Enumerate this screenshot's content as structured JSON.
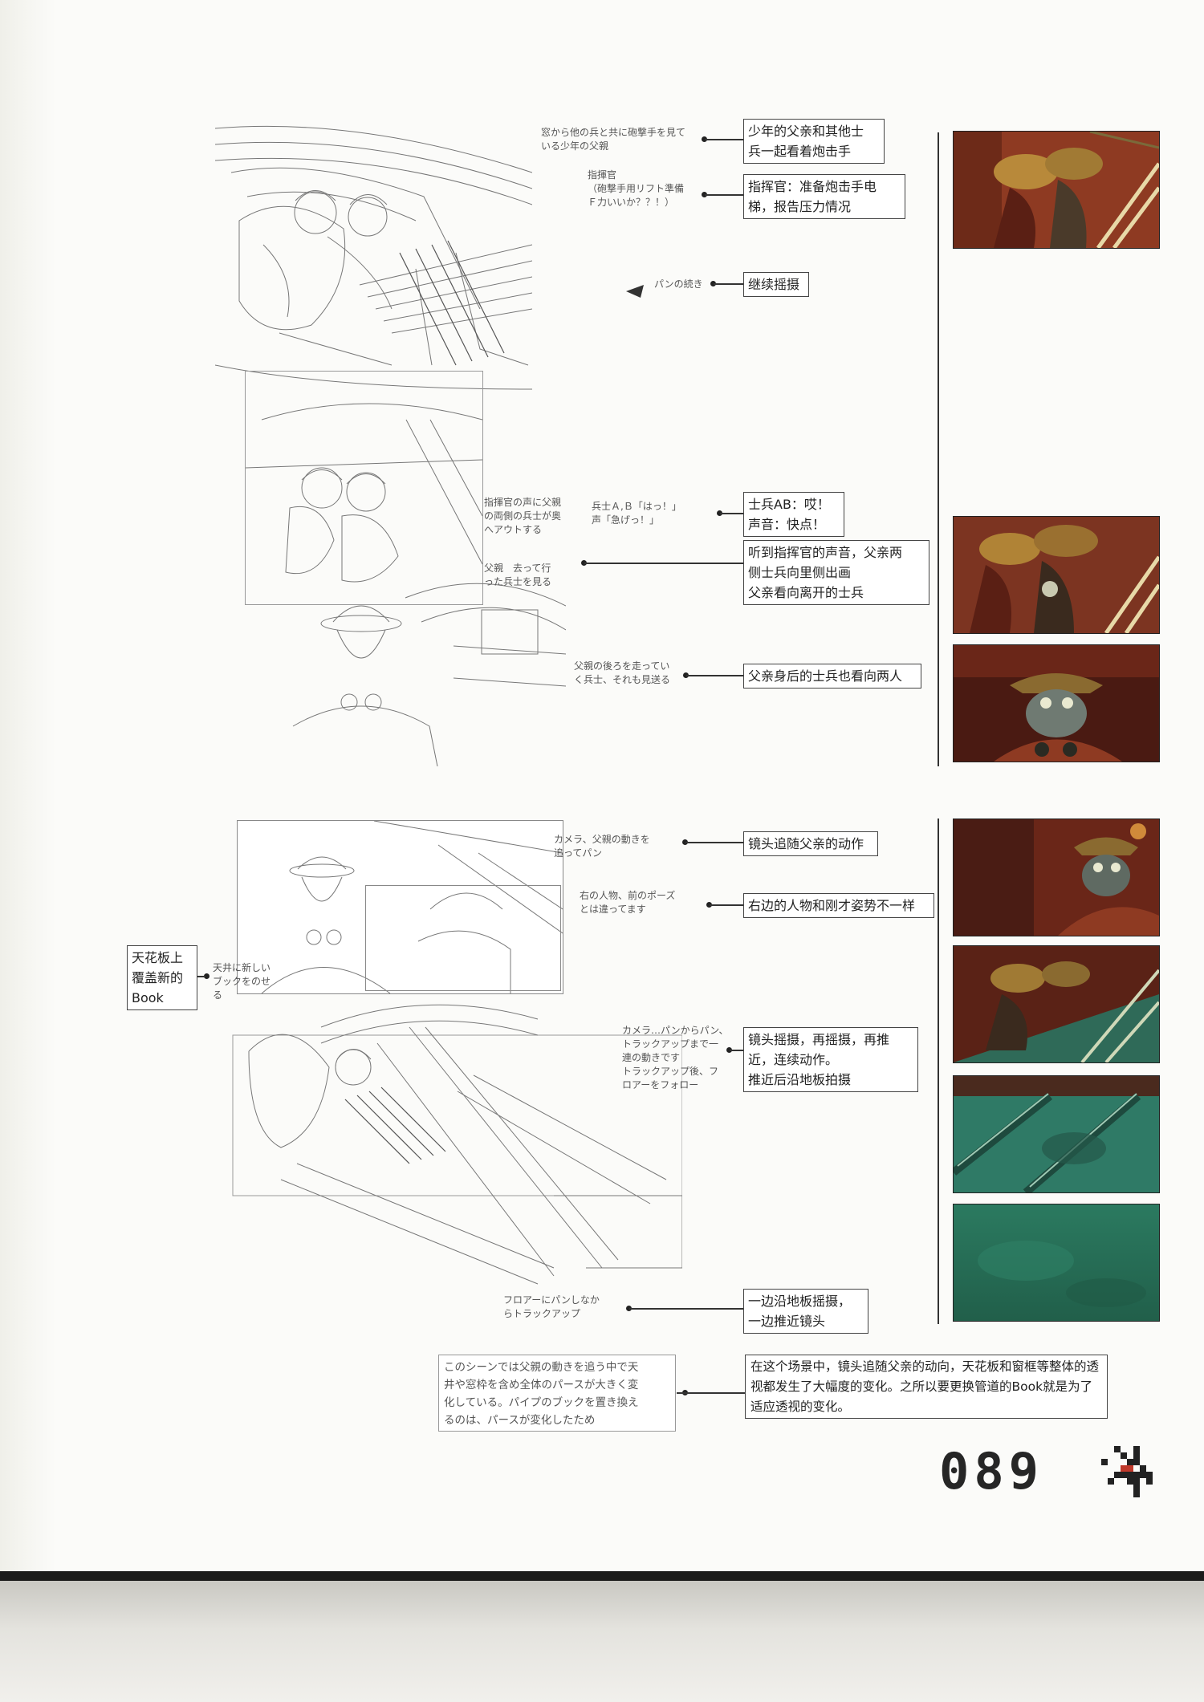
{
  "page_number": "089",
  "notes_jp": [
    "窓から他の兵と共に砲撃手を見て\nいる少年の父親",
    "指揮官\n（砲撃手用リフト準備\nＦ力いいか？？！）",
    "パンの続き",
    "指揮官の声に父親\nの両側の兵士が奥\nへアウトする",
    "兵士Ａ,Ｂ「はっ！」\n声「急げっ！」",
    "父親　去って行\nった兵士を見る",
    "父親の後ろを走ってい\nく兵士、それも見送る",
    "カメラ、父親の動きを\n追ってパン",
    "右の人物、前のポーズ\nとは違ってます",
    "天井に新しい\nブックをのせ\nる",
    "カメラ…パンからパン、\nトラックアップまで一\n連の動きです\nトラックアップ後、フ\nロアーをフォロー",
    "フロアーにパンしなか\nらトラックアップ"
  ],
  "notes_cn": [
    "少年的父亲和其他士\n兵一起看着炮击手",
    "指挥官：准备炮击手电\n梯，报告压力情况",
    "继续摇摄",
    "士兵AB：哎！\n声音：快点！",
    "听到指挥官的声音，父亲两\n侧士兵向里侧出画\n父亲看向离开的士兵",
    "父亲身后的士兵也看向两人",
    "镜头追随父亲的动作",
    "右边的人物和刚才姿势不一样",
    "天花板上\n覆盖新的\nBook",
    "镜头摇摄，再摇摄，再推\n近，连续动作。\n推近后沿地板拍摄",
    "一边沿地板摇摄，\n一边推近镜头"
  ],
  "summary_jp": "このシーンでは父親の動きを追う中で天\n井や窓枠を含め全体のパースが大きく変\n化している。パイプのブックを置き換え\nるのは、パースが変化したため",
  "summary_cn": "在这个场景中，镜头追随父亲的动向，天花板和窗框等整体的透视都发生了大幅度的变化。之所以要更换管道的Book就是为了适应透视的变化。",
  "colors": {
    "warm_red": "#8e3a22",
    "dark_red": "#5a1f14",
    "ochre": "#b8893a",
    "teal": "#2f7a66",
    "deep_green": "#256b52",
    "band": "#1b1b1b"
  }
}
